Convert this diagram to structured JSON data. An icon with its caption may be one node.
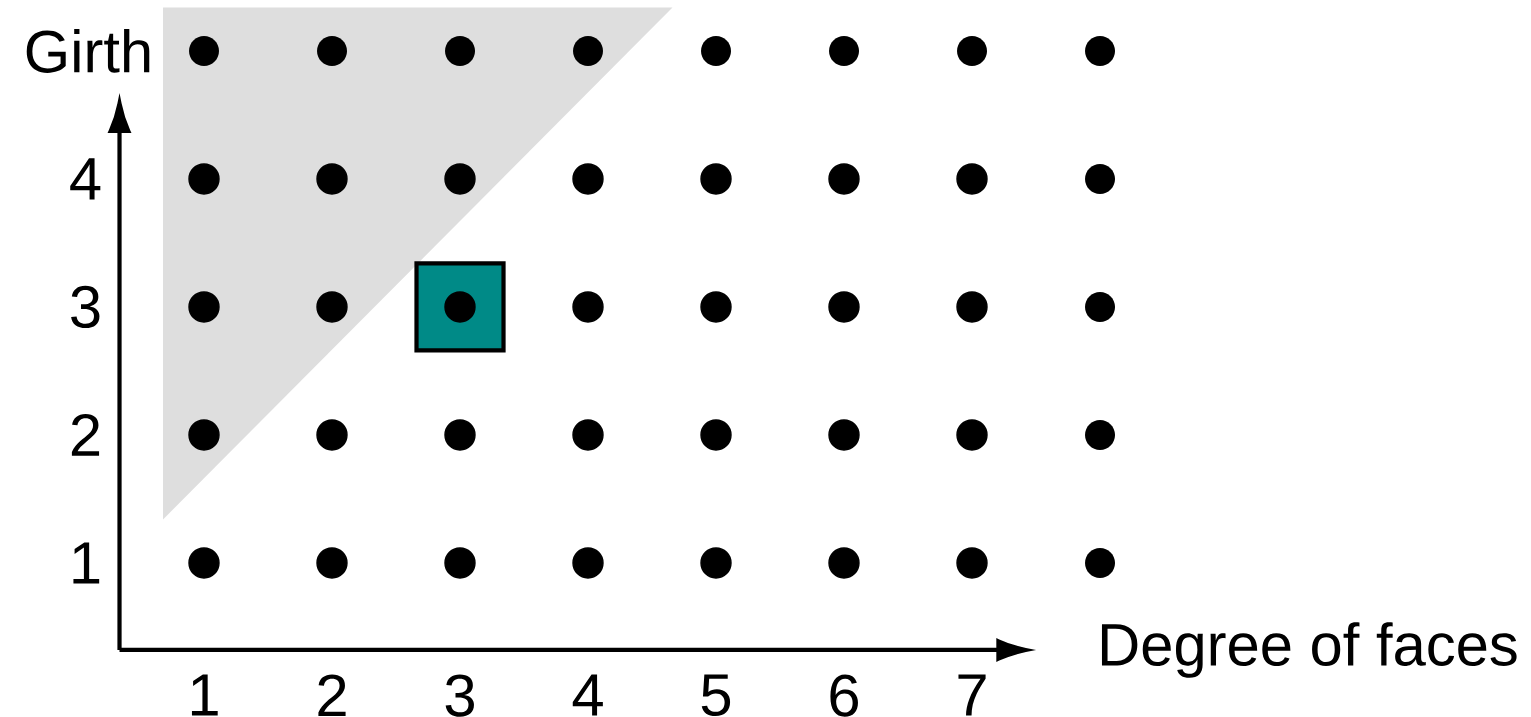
{
  "diagram": {
    "chart_data": {
      "type": "scatter",
      "xlabel": "Degree of faces",
      "ylabel": "Girth",
      "x": [
        1,
        2,
        3,
        4,
        5,
        6,
        7,
        1,
        2,
        3,
        4,
        5,
        6,
        7,
        1,
        2,
        3,
        4,
        5,
        6,
        7,
        1,
        2,
        3,
        4,
        5,
        6,
        7
      ],
      "series": [
        {
          "color": "#000000",
          "values": [
            1,
            1,
            1,
            1,
            1,
            1,
            1,
            2,
            2,
            2,
            2,
            2,
            2,
            2,
            3,
            3,
            3,
            3,
            3,
            3,
            3,
            4,
            4,
            4,
            4,
            4,
            4,
            4
          ]
        }
      ],
      "xlim": [
        0.34,
        7.19
      ],
      "ylim": [
        0.32,
        4.36
      ],
      "xticks": [
        1,
        2,
        3,
        4,
        5,
        6,
        7
      ],
      "yticks": [
        1,
        2,
        3,
        4
      ]
    }
  }
}
